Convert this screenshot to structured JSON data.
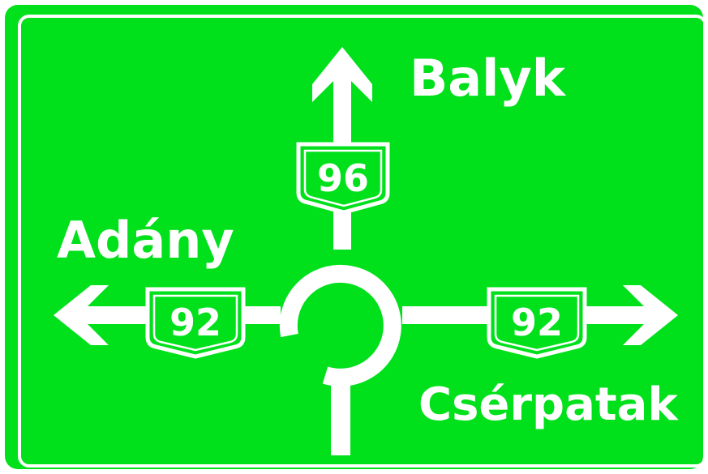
{
  "sign": {
    "background_color": "#00e01b",
    "border_color": "#ffffff",
    "symbol_color": "#ffffff"
  },
  "destinations": {
    "north": "Balyk",
    "west": "Adány",
    "east": "Csérpatak"
  },
  "routes": {
    "north": "96",
    "west": "92",
    "east": "92"
  }
}
